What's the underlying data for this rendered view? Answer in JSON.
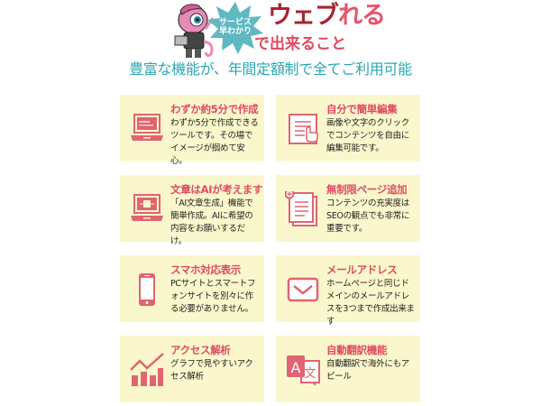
{
  "header": {
    "badge_line1": "サービス",
    "badge_line2": "早わかり",
    "title_dark": "ウェブ",
    "title_pink": "れる",
    "subtitle": "で出来ること",
    "tagline": "豊富な機能が、年間定額制で全てご利用可能"
  },
  "colors": {
    "card_bg": "#fbf7cc",
    "accent_pink": "#e04a60",
    "title_dark": "#a8242e",
    "icon": "#e06472",
    "teal": "#2aa6b0",
    "burst": "#5fb8c2"
  },
  "features": [
    {
      "icon": "laptop-icon",
      "title": "わずか約5分で作成",
      "desc": "わずか5分で作成できるツールです。その場でイメージが掴めて安心。"
    },
    {
      "icon": "document-edit-icon",
      "title": "自分で簡単編集",
      "desc": "画像や文字のクリックでコンテンツを自由に編集可能です。"
    },
    {
      "icon": "ai-laptop-icon",
      "title": "文章はAIが考えます",
      "desc": "「AI文章生成」機能で簡単作成。AIに希望の内容をお願いするだけ。"
    },
    {
      "icon": "add-page-icon",
      "title": "無制限ページ追加",
      "desc": "コンテンツの充実度はSEOの観点でも非常に重要です。"
    },
    {
      "icon": "smartphone-icon",
      "title": "スマホ対応表示",
      "desc": "PCサイトとスマートフォンサイトを別々に作る必要がありません。"
    },
    {
      "icon": "mail-icon",
      "title": "メールアドレス",
      "desc": "ホームページと同じドメインのメールアドレスを3つまで作成出来ます"
    },
    {
      "icon": "analytics-chart-icon",
      "title": "アクセス解析",
      "desc": "グラフで見やすいアクセス解析"
    },
    {
      "icon": "translate-icon",
      "title": "自動翻訳機能",
      "desc": "自動翻訳で海外にもアピール"
    }
  ]
}
